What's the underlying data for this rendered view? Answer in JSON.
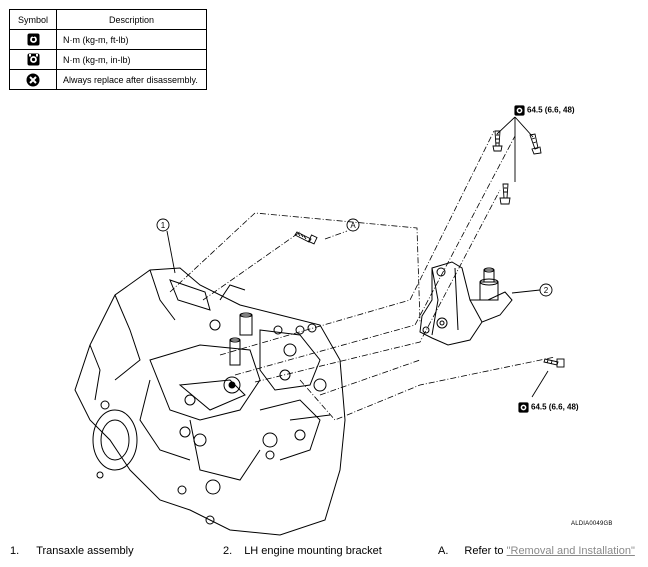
{
  "legend": {
    "header_symbol": "Symbol",
    "header_description": "Description",
    "rows": [
      {
        "icon": "torque-wrench-icon",
        "description": "N·m (kg-m, ft-lb)"
      },
      {
        "icon": "torque-wrench-small-icon",
        "description": "N·m (kg-m, in-lb)"
      },
      {
        "icon": "replace-part-icon",
        "description": "Always replace after disassembly."
      }
    ]
  },
  "callouts": {
    "item1": "1",
    "item2": "2",
    "itemA": "A"
  },
  "torques": {
    "upper": "64.5 (6.6, 48)",
    "lower": "64.5 (6.6, 48)"
  },
  "figure_code": "ALDIA0049GB",
  "footer": {
    "items": [
      {
        "num": "1.",
        "text": "Transaxle assembly"
      },
      {
        "num": "2.",
        "text": "LH engine mounting bracket"
      },
      {
        "num": "A.",
        "text": "Refer to ",
        "link": "\"Removal and Installation\""
      }
    ]
  }
}
